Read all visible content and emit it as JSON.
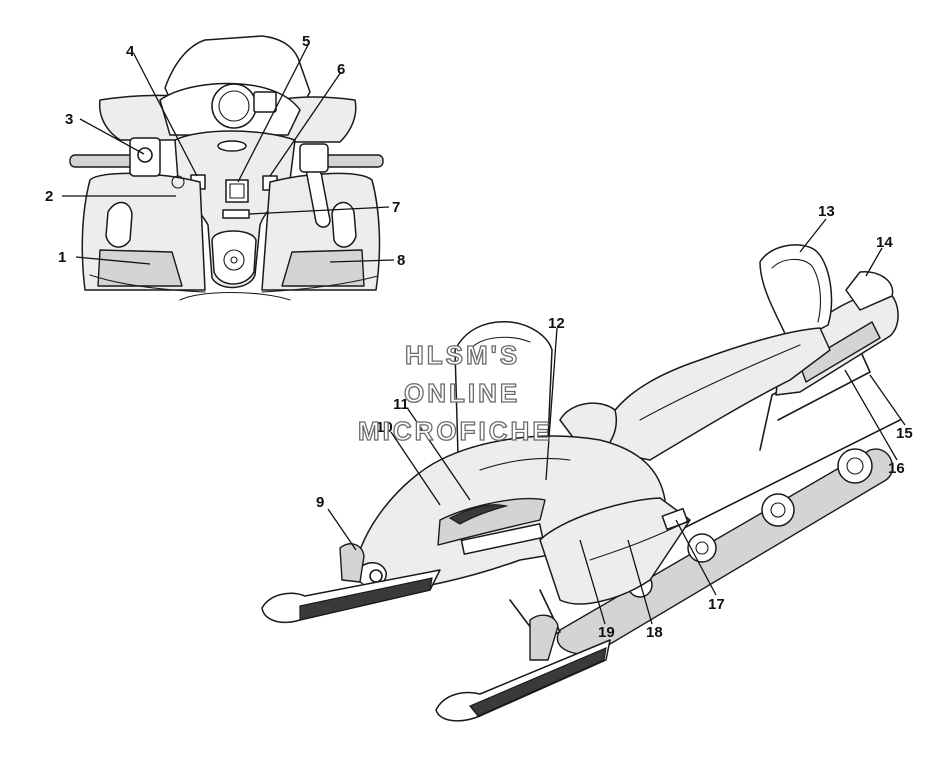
{
  "watermark": {
    "line1": "HLSM'S",
    "line2": "ONLINE",
    "line3": "MICROFICHE"
  },
  "callouts": [
    {
      "id": "1",
      "label": "1"
    },
    {
      "id": "2",
      "label": "2"
    },
    {
      "id": "3",
      "label": "3"
    },
    {
      "id": "4",
      "label": "4"
    },
    {
      "id": "5",
      "label": "5"
    },
    {
      "id": "6",
      "label": "6"
    },
    {
      "id": "7",
      "label": "7"
    },
    {
      "id": "8",
      "label": "8"
    },
    {
      "id": "9",
      "label": "9"
    },
    {
      "id": "10",
      "label": "10"
    },
    {
      "id": "11",
      "label": "11"
    },
    {
      "id": "12",
      "label": "12"
    },
    {
      "id": "13",
      "label": "13"
    },
    {
      "id": "14",
      "label": "14"
    },
    {
      "id": "15",
      "label": "15"
    },
    {
      "id": "16",
      "label": "16"
    },
    {
      "id": "17",
      "label": "17"
    },
    {
      "id": "18",
      "label": "18"
    },
    {
      "id": "19",
      "label": "19"
    }
  ]
}
